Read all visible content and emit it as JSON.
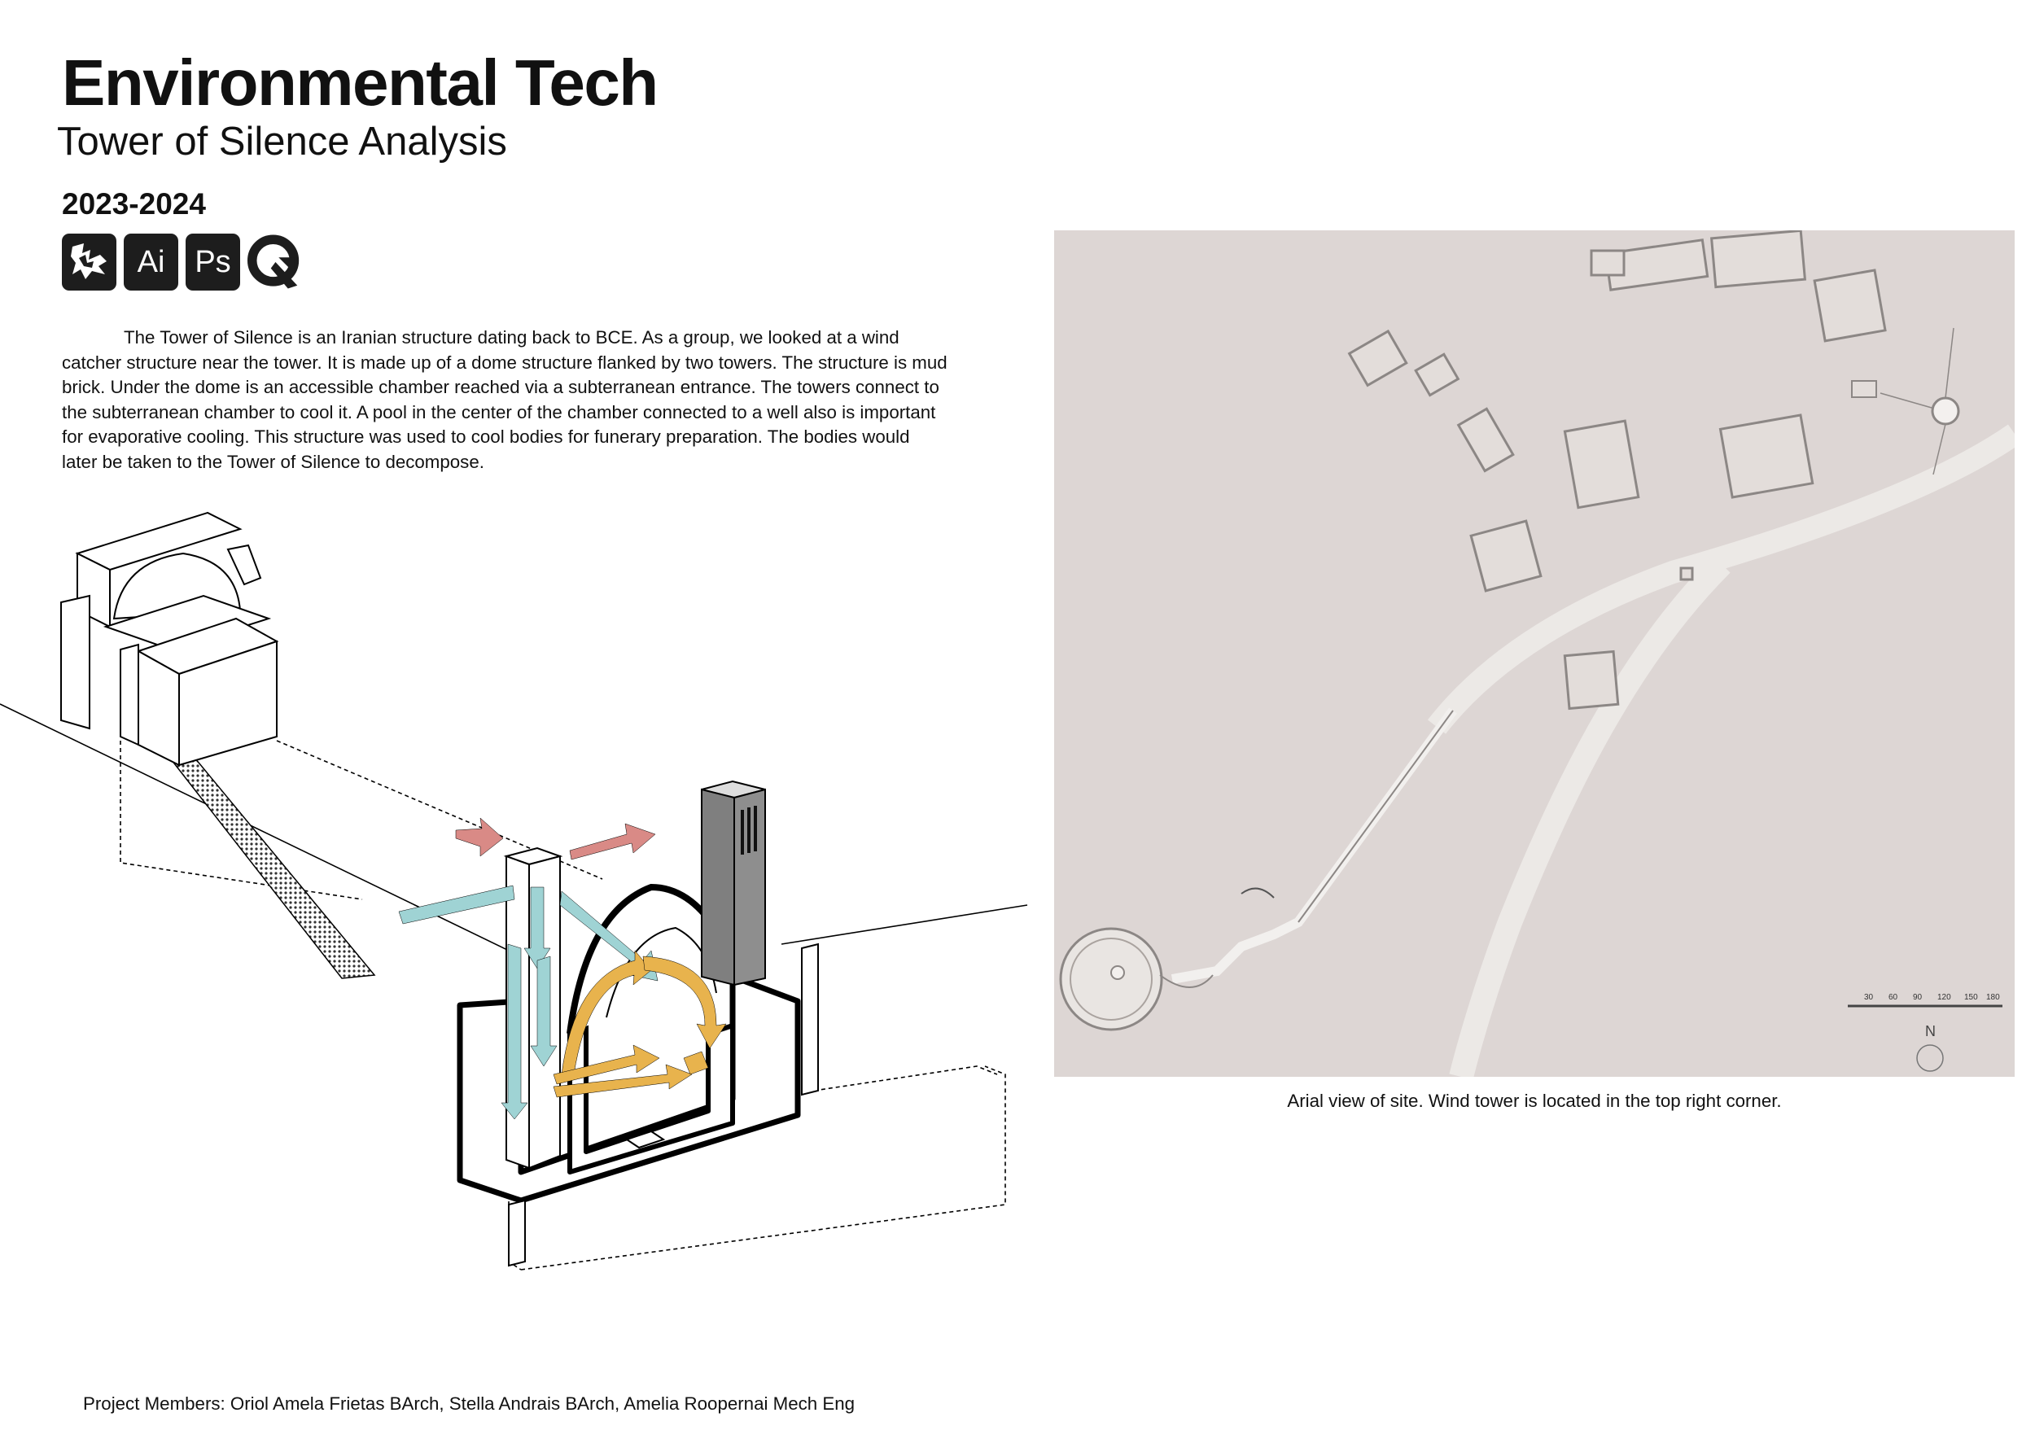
{
  "header": {
    "title": "Environmental Tech",
    "subtitle": "Tower of Silence Analysis",
    "year": "2023-2024"
  },
  "software": [
    {
      "name": "rhino-icon",
      "label": ""
    },
    {
      "name": "illustrator-icon",
      "label": "Ai"
    },
    {
      "name": "photoshop-icon",
      "label": "Ps"
    },
    {
      "name": "qgis-icon",
      "label": ""
    }
  ],
  "intro": {
    "text": "The Tower of Silence is an Iranian structure dating back to BCE. As a group, we looked at a wind catcher structure near the tower. It is made up of a dome structure flanked by two towers. The structure is mud brick.  Under the dome is an accessible chamber reached via a subterranean entrance. The towers connect to the subterranean chamber to cool it. A pool in the center of the chamber connected to a well also is important for evaporative cooling. This structure was used to cool bodies for funerary preparation. The bodies would later be taken to the Tower of Silence to decompose."
  },
  "map": {
    "caption": "Arial view of site. Wind tower is located in the top right corner.",
    "scale_labels": [
      "30",
      "60",
      "90",
      "120",
      "150",
      "180"
    ],
    "north_label": "N"
  },
  "footer": {
    "members": "Project Members: Oriol Amela Frietas BArch, Stella Andrais BArch, Amelia Roopernai Mech Eng"
  },
  "colors": {
    "cool_air": "#9fd3d4",
    "warm_air": "#d98a86",
    "internal_flow": "#e8b34d",
    "map_ground": "#ddd6d4",
    "map_path": "#ece9e6"
  }
}
